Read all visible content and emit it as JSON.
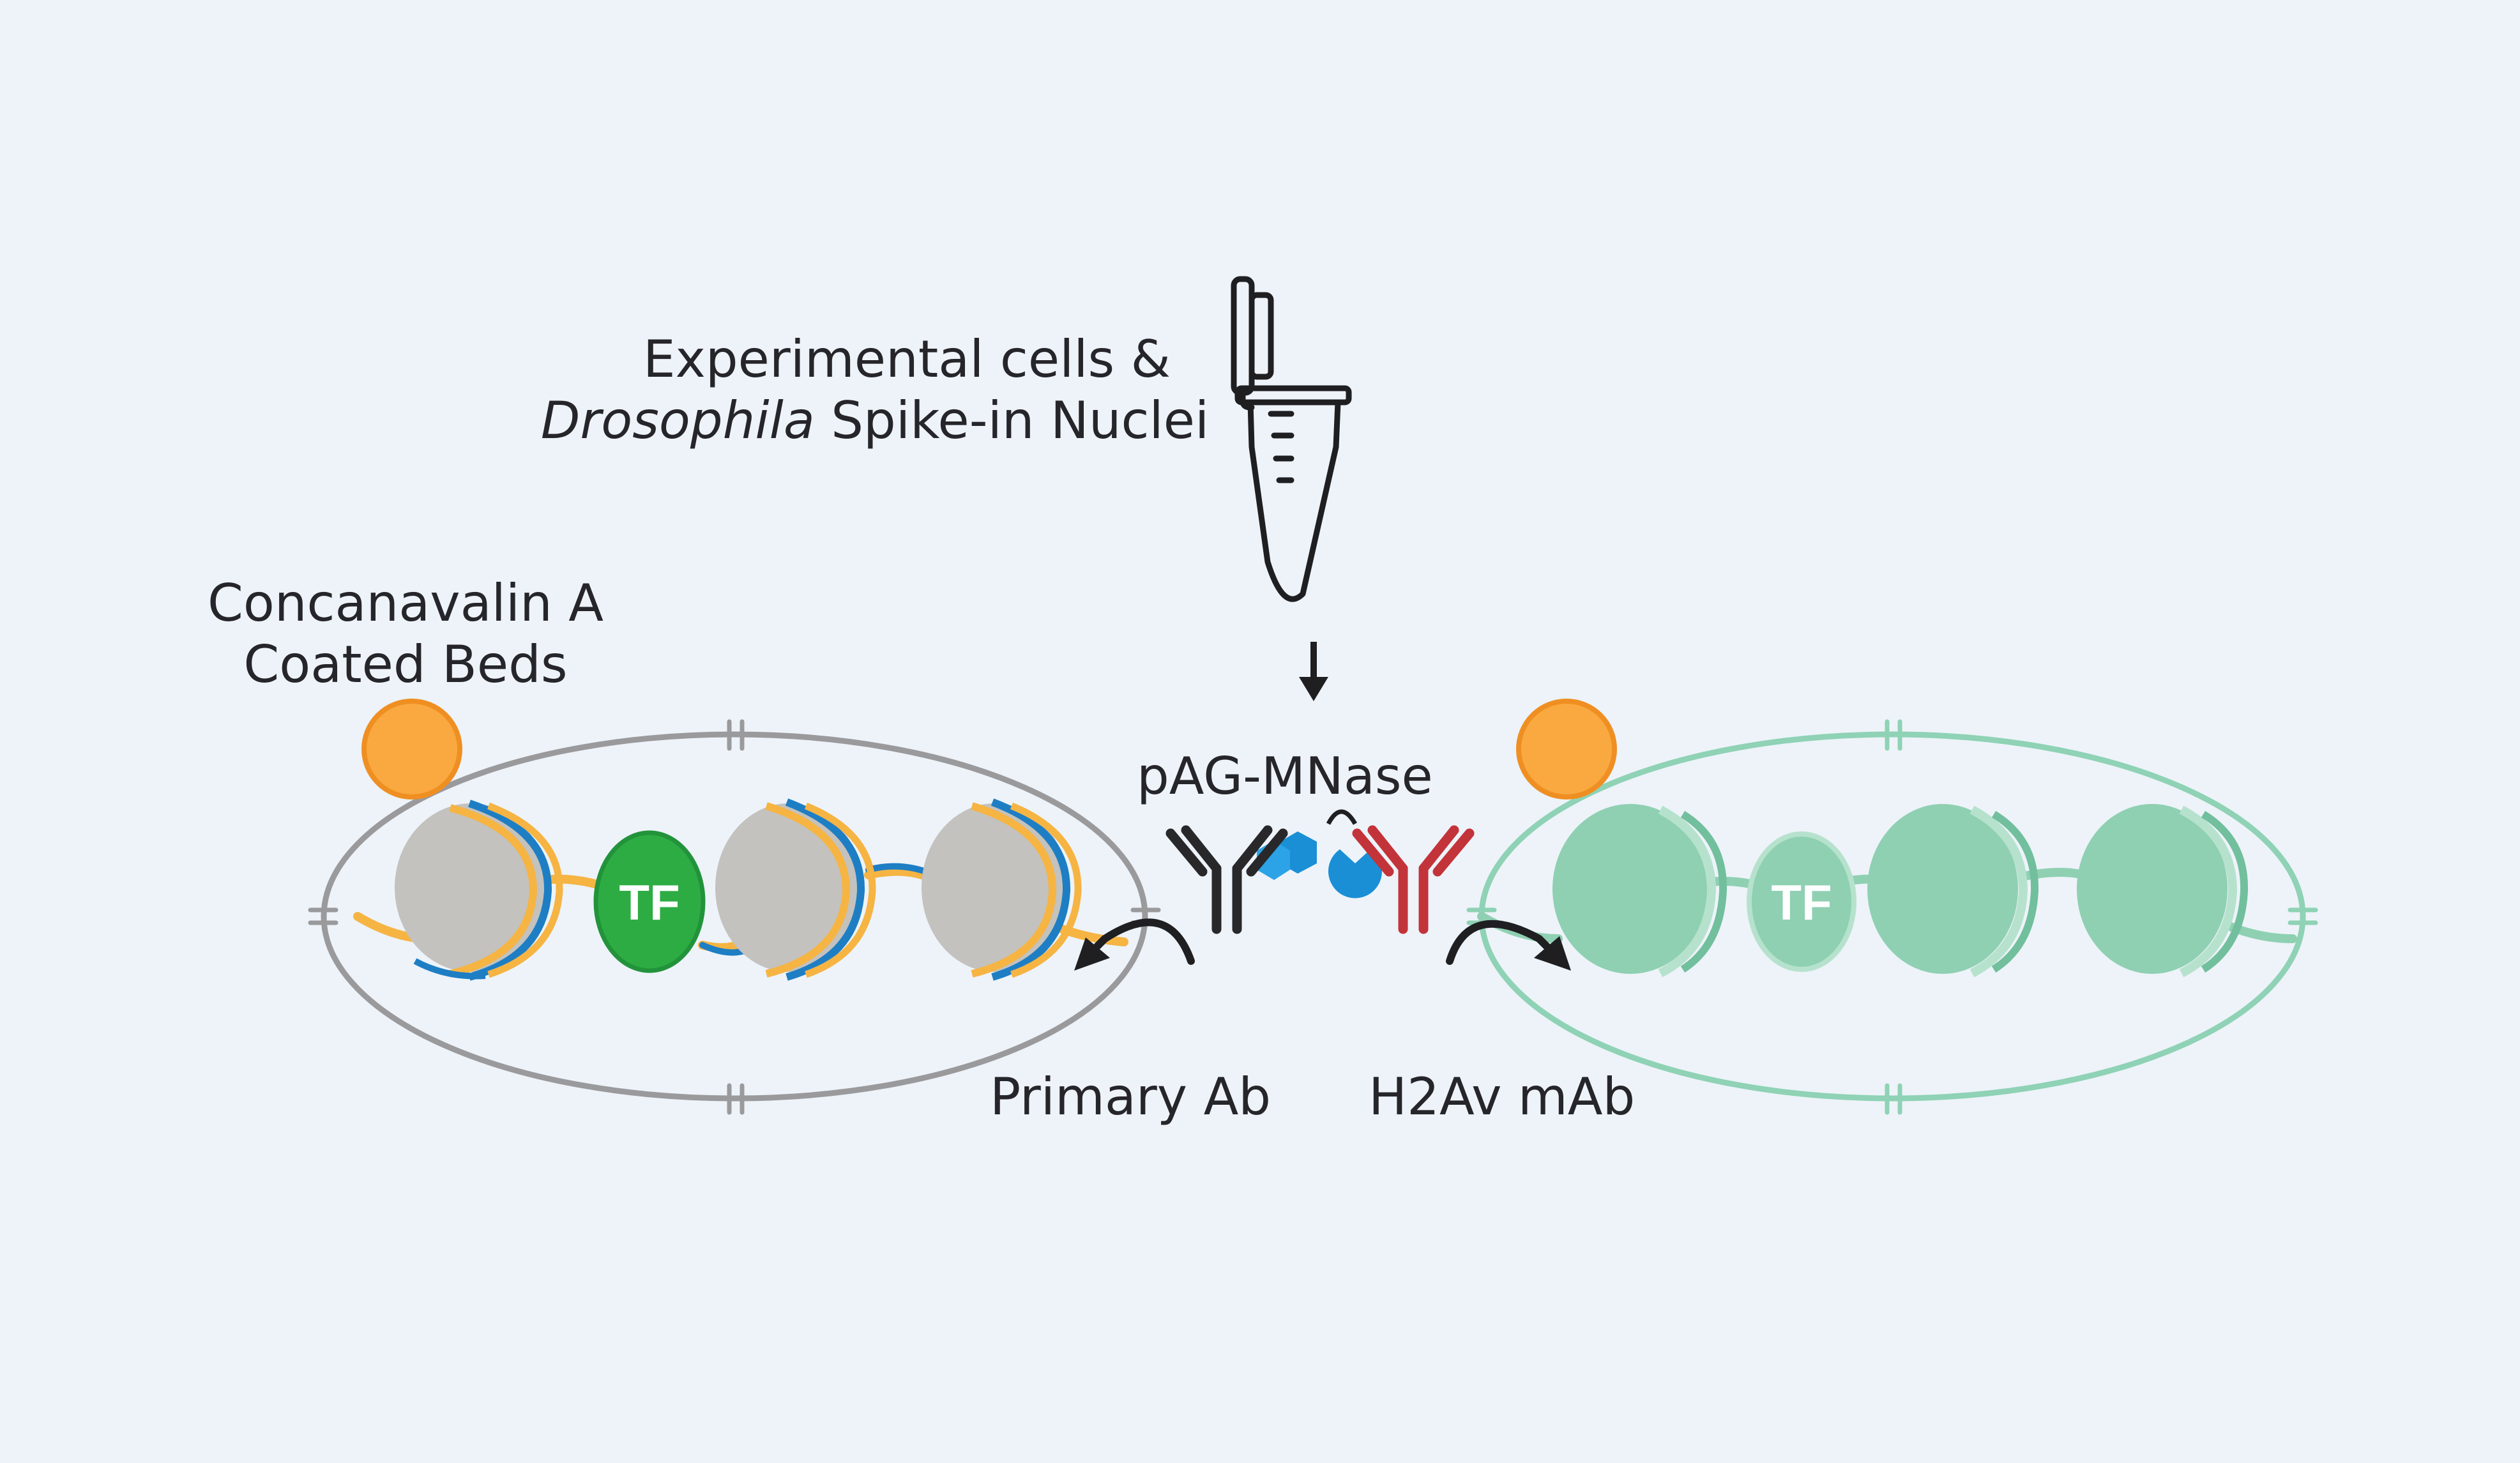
{
  "labels": {
    "experimental_line1": "Experimental cells &",
    "experimental_italic": "Drosophila",
    "experimental_line2_rest": " Spike-in Nuclei",
    "beads_line1": "Concanavalin A",
    "beads_line2": "Coated Beds",
    "pag_mnase": "pAG-MNase",
    "primary_ab": "Primary Ab",
    "h2av_mab": "H2Av mAb",
    "tf": "TF"
  },
  "colors": {
    "background": "#edf3f9",
    "text": "#25252a",
    "bead_orange": "#f9a93f",
    "bead_orange_stroke": "#ef8f22",
    "left_cell_outline": "#9a9a9c",
    "right_cell_outline": "#8fd2b5",
    "histone_gray": "#c3c2be",
    "dna_blue": "#1e7ec4",
    "dna_orange": "#f6b443",
    "tf_green": "#2eac44",
    "green_nucleosome": "#8fd0b2",
    "green_nucleosome_dark": "#72bf9d",
    "primary_ab": "#28282a",
    "h2av_ab": "#c3333a",
    "pag_blue": "#1a8fd6",
    "arrow": "#1f1f22"
  },
  "icons": [
    "microcentrifuge-tube-icon",
    "down-arrow-icon",
    "antibody-icon",
    "pag-mnase-icon",
    "curved-arrow-icon"
  ]
}
